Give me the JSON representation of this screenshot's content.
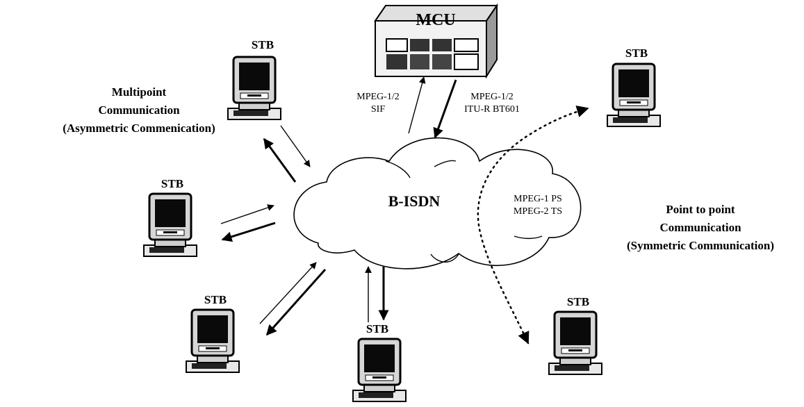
{
  "diagram": {
    "cloud_label": "B-ISDN",
    "mcu_label": "MCU",
    "stb_label": "STB",
    "uplink_label": [
      "MPEG-1/2",
      "SIF"
    ],
    "downlink_label": [
      "MPEG-1/2",
      "ITU-R BT601"
    ],
    "stream_label": [
      "MPEG-1 PS",
      "MPEG-2 TS"
    ],
    "multipoint_caption": [
      "Multipoint",
      "Communication",
      "(Asymmetric Commenication)"
    ],
    "p2p_caption": [
      "Point to point",
      "Communication",
      "(Symmetric Communication)"
    ]
  },
  "colors": {
    "ink": "#000000",
    "paper": "#ffffff",
    "screen": "#0a0a0a",
    "frame": "#d6d6d6"
  }
}
